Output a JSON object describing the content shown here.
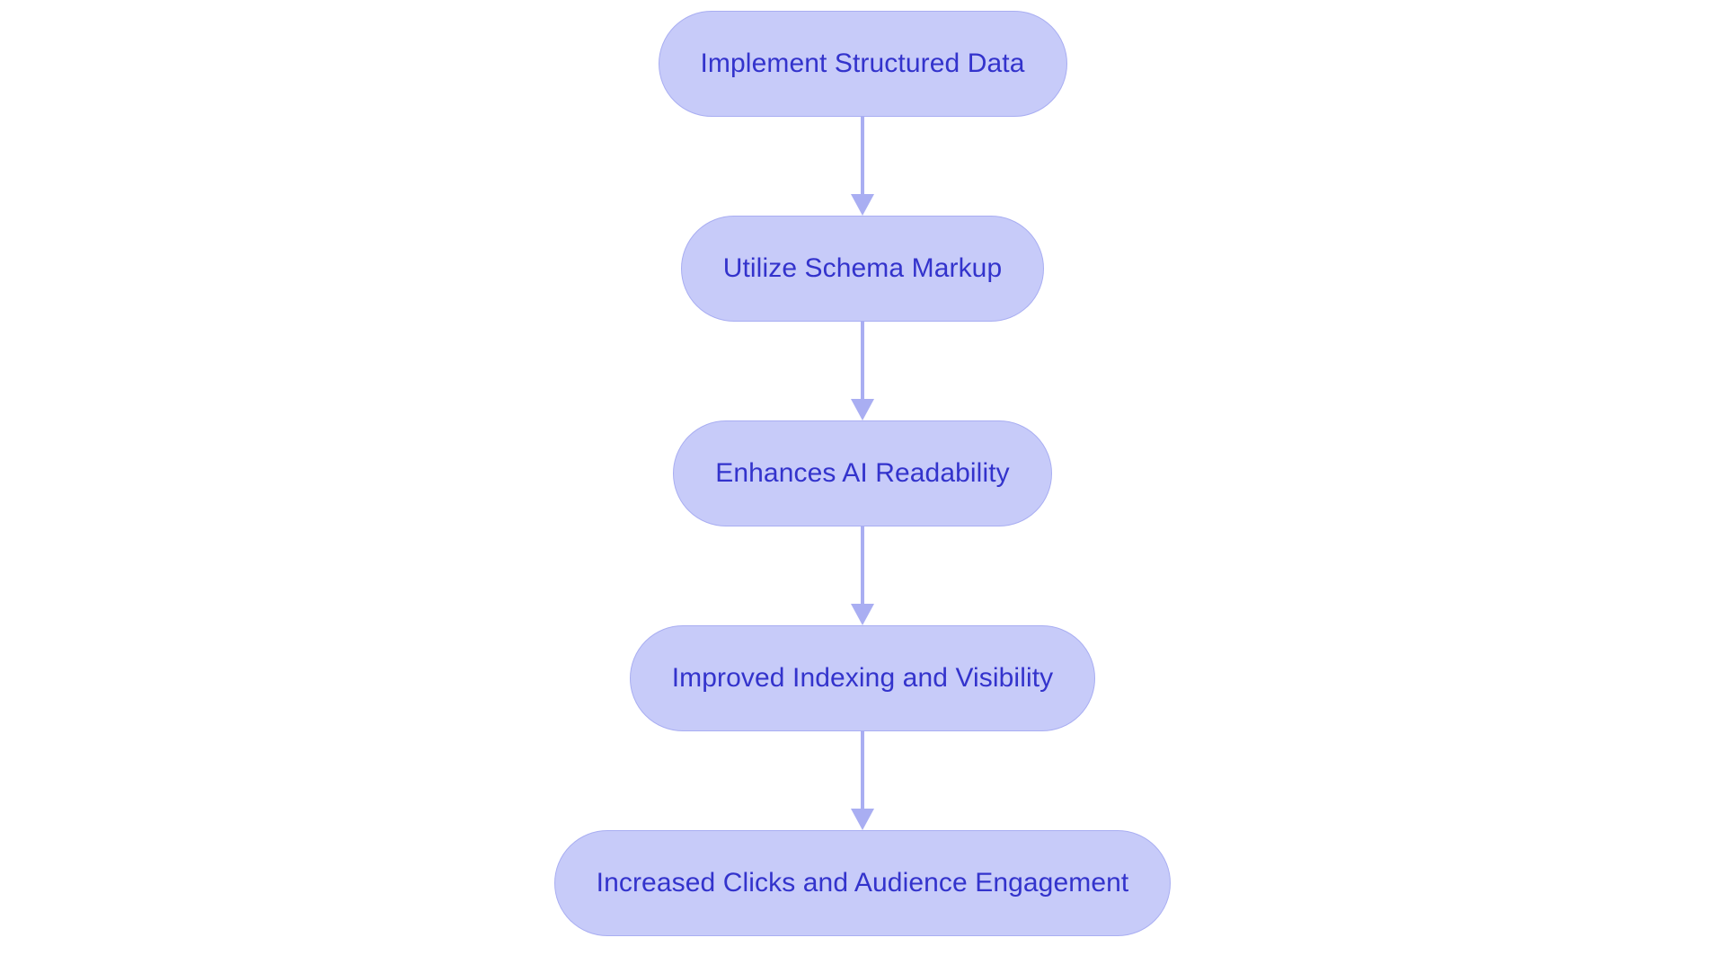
{
  "diagram": {
    "type": "flowchart",
    "orientation": "vertical-top-down",
    "background_color": "#ffffff",
    "node_fill_color": "#c7cbf9",
    "node_border_color": "#a9aef2",
    "node_text_color": "#3333cc",
    "connector_color": "#a9aef2",
    "node_shape": "stadium-rounded-pill",
    "nodes": [
      {
        "id": "n1",
        "label": "Implement Structured Data"
      },
      {
        "id": "n2",
        "label": "Utilize Schema Markup"
      },
      {
        "id": "n3",
        "label": "Enhances AI Readability"
      },
      {
        "id": "n4",
        "label": "Improved Indexing and Visibility"
      },
      {
        "id": "n5",
        "label": "Increased Clicks and Audience Engagement"
      }
    ],
    "edges": [
      {
        "id": "e1",
        "from": "n1",
        "to": "n2",
        "arrow": "down-arrowhead",
        "label": ""
      },
      {
        "id": "e2",
        "from": "n2",
        "to": "n3",
        "arrow": "down-arrowhead",
        "label": ""
      },
      {
        "id": "e3",
        "from": "n3",
        "to": "n4",
        "arrow": "down-arrowhead",
        "label": ""
      },
      {
        "id": "e4",
        "from": "n4",
        "to": "n5",
        "arrow": "down-arrowhead",
        "label": ""
      }
    ]
  }
}
